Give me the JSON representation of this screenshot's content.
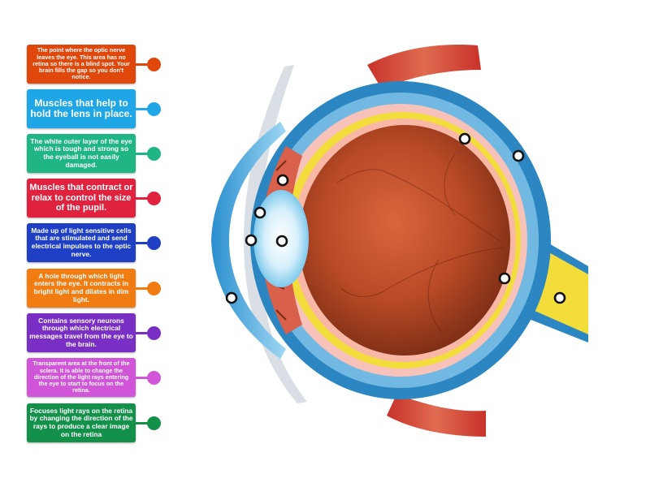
{
  "labels": [
    {
      "text": "The point where the optic nerve leaves the eye. This area has no retina so there is a blind spot. Your brain fills the gap so you don't notice.",
      "color": "#e0470b"
    },
    {
      "text": "Muscles that help to hold the lens in place.",
      "color": "#1ea6e6"
    },
    {
      "text": "The white outer layer of the eye which is tough and strong so the eyeball is not easily damaged.",
      "color": "#1fb584"
    },
    {
      "text": "Muscles that contract or relax to control the size of the pupil.",
      "color": "#e0223f"
    },
    {
      "text": "Made up of light sensitive cells that are stimulated and send electrical impulses to the optic nerve.",
      "color": "#1f3fc4"
    },
    {
      "text": "A hole through which light enters the eye. It contracts in bright light and dilates in dim light.",
      "color": "#f07c12"
    },
    {
      "text": "Contains sensory neurons through which electrical messages travel from the eye to the brain.",
      "color": "#7a2fc4"
    },
    {
      "text": "Transparent area at the front of the sclera. It is able to change the direction of the light rays entering the eye to start to focus on the retina.",
      "color": "#d055d8"
    },
    {
      "text": "Focuses light rays on the retina by changing the direction of the rays to produce a clear image on the retina",
      "color": "#13904a"
    }
  ]
}
